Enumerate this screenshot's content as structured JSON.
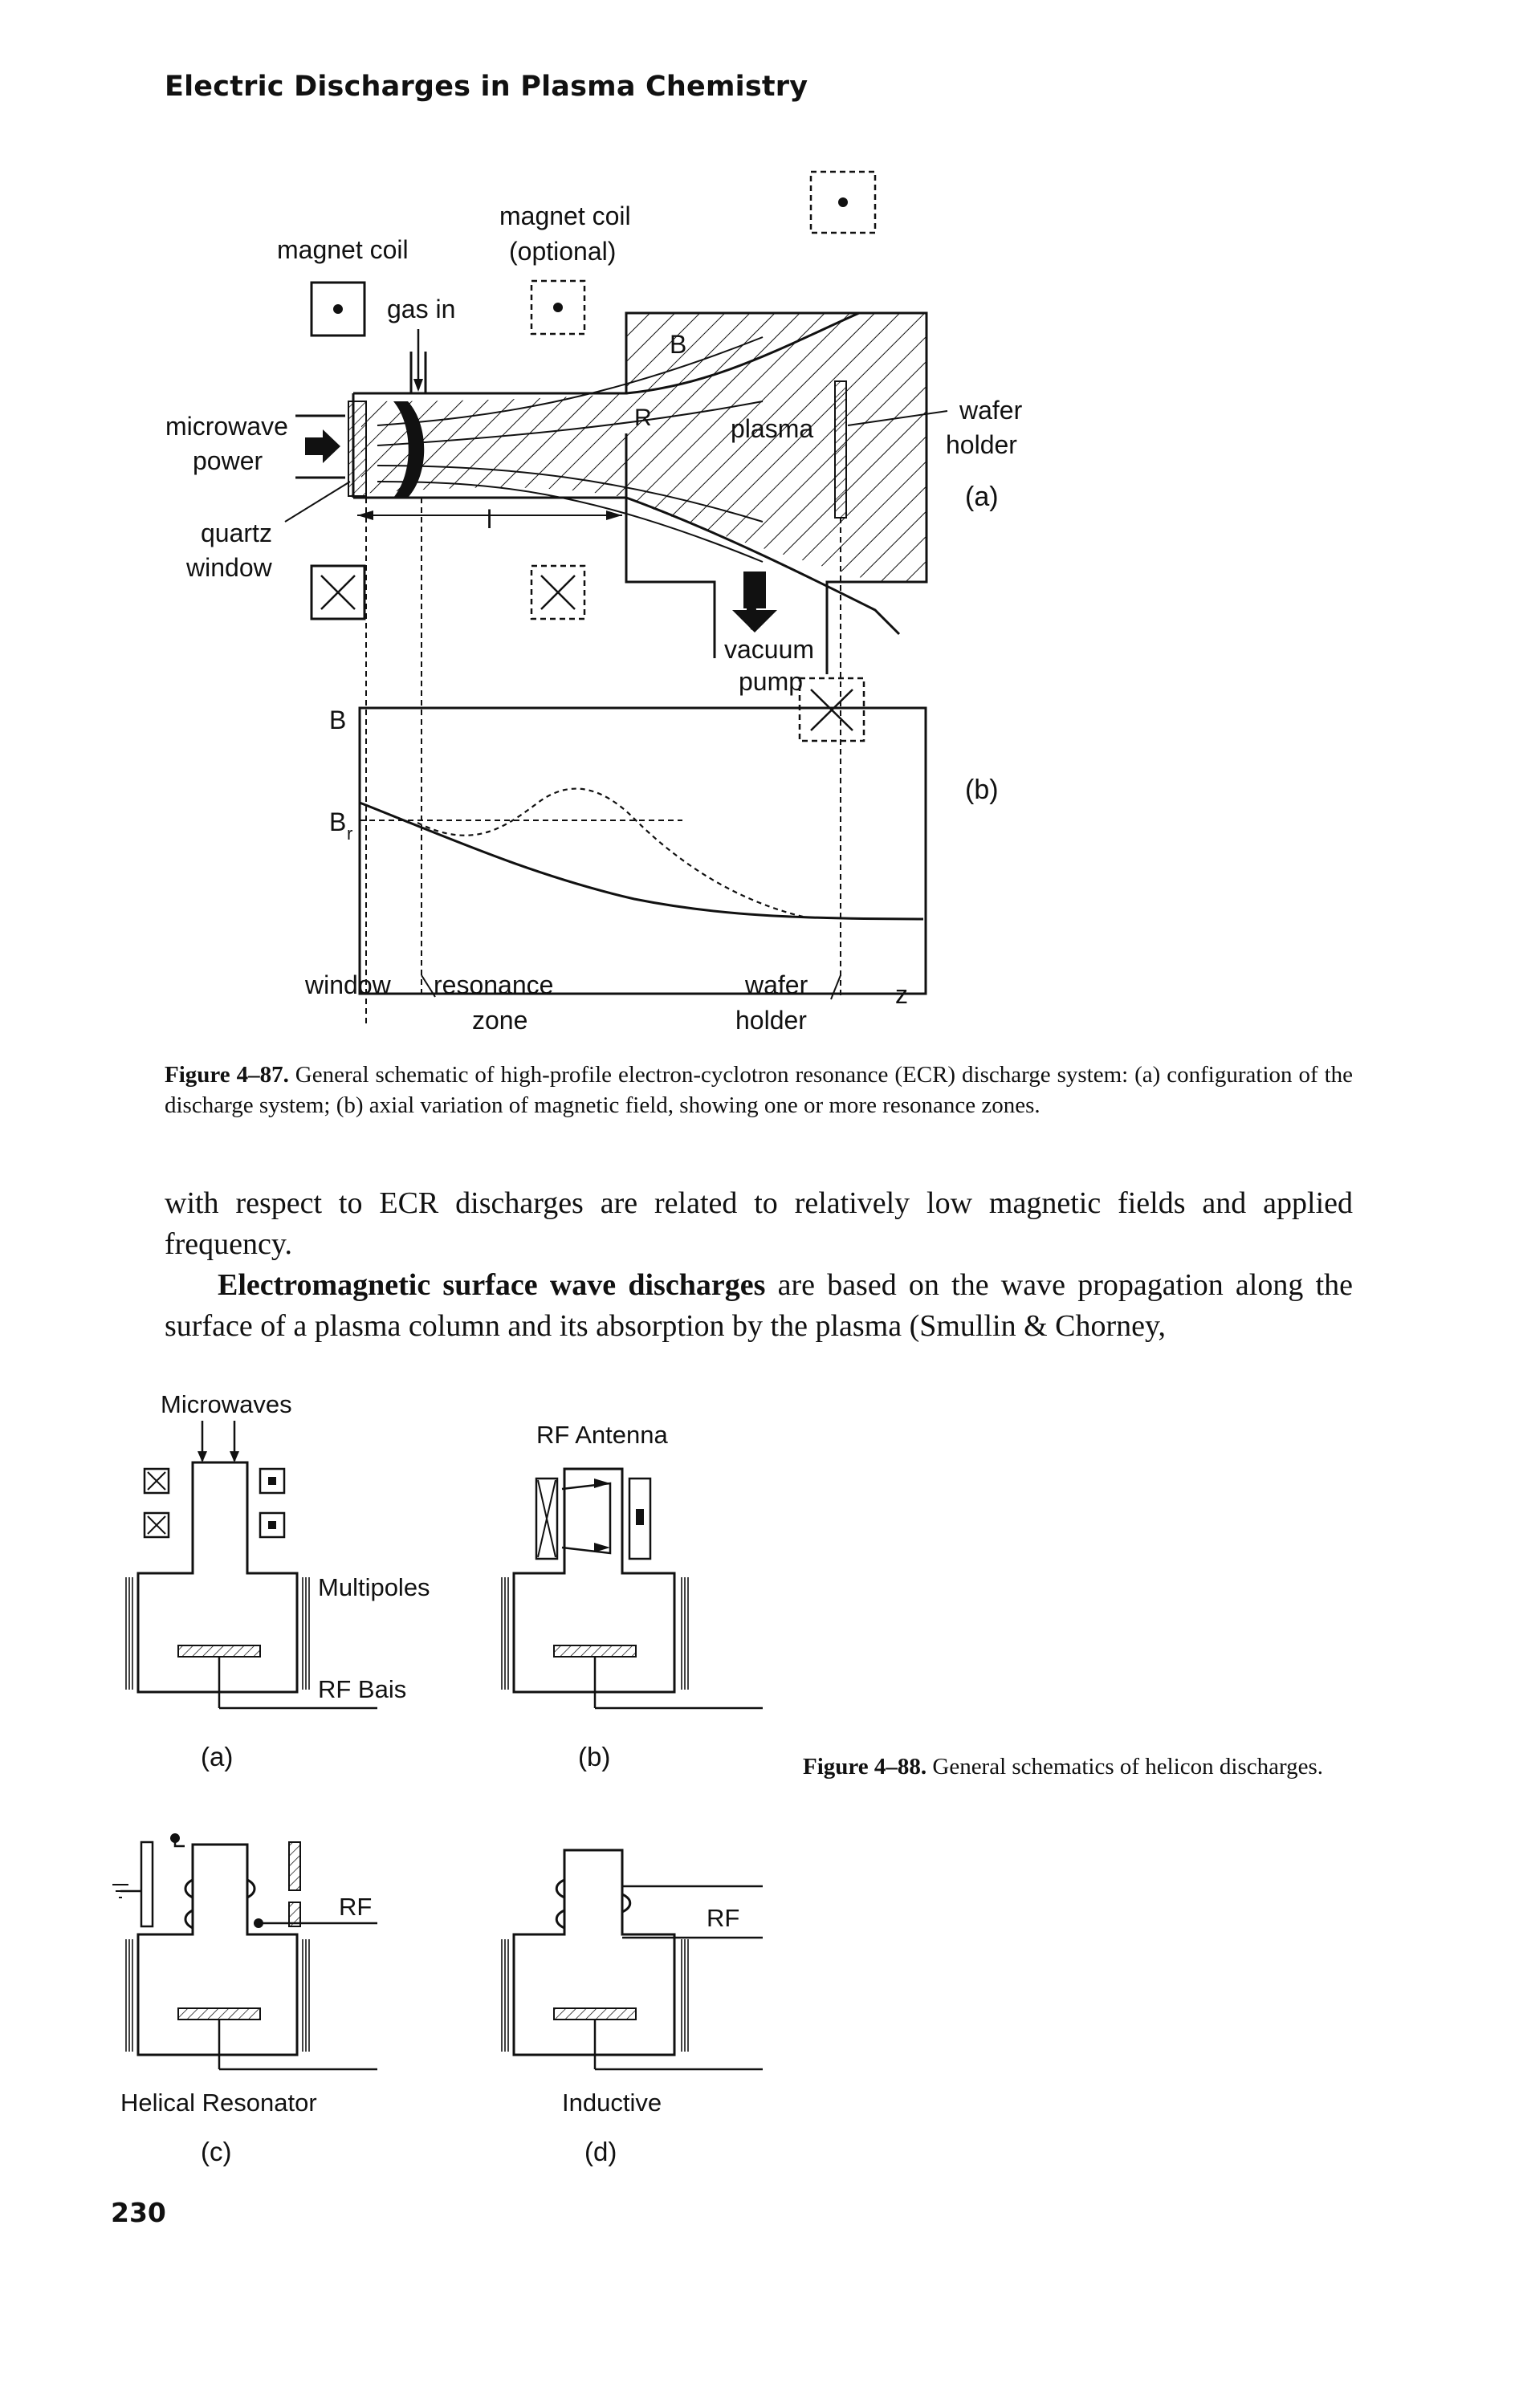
{
  "header": {
    "running_title": "Electric Discharges in Plasma Chemistry"
  },
  "figure_4_87": {
    "labels": {
      "magnet_coil": "magnet coil",
      "magnet_coil_optional_1": "magnet coil",
      "magnet_coil_optional_2": "(optional)",
      "gas_in": "gas in",
      "b_top": "B",
      "microwave_1": "microwave",
      "microwave_2": "power",
      "r": "R",
      "plasma": "plasma",
      "wafer_holder_1": "wafer",
      "wafer_holder_2": "holder",
      "panel_a": "(a)",
      "quartz_1": "quartz",
      "quartz_2": "window",
      "l": "l",
      "vacuum_1": "vacuum",
      "vacuum_2": "pump",
      "b_axis": "B",
      "br": "B",
      "br_sub": "r",
      "panel_b": "(b)",
      "window": "window",
      "resonance_1": "resonance",
      "resonance_2": "zone",
      "wafer_1": "wafer",
      "wafer_2": "holder",
      "z": "z"
    },
    "caption_label": "Figure 4–87.",
    "caption_text": "General schematic of high-profile electron-cyclotron resonance (ECR) discharge system: (a) configuration of the discharge system; (b) axial variation of magnetic field, showing one or more resonance zones."
  },
  "body_text": {
    "p1": "with respect to ECR discharges are related to relatively low magnetic fields and applied frequency.",
    "p2_bold": "Electromagnetic surface wave discharges",
    "p2_rest": " are based on the wave propagation along the surface of a plasma column and its absorption by the plasma (Smullin & Chorney,"
  },
  "figure_4_88": {
    "labels": {
      "microwaves": "Microwaves",
      "multipoles": "Multipoles",
      "rf_bais": "RF Bais",
      "panel_a": "(a)",
      "rf_antenna": "RF Antenna",
      "panel_b": "(b)",
      "rf_c": "RF",
      "helical": "Helical Resonator",
      "panel_c": "(c)",
      "rf_d": "RF",
      "inductive": "Inductive",
      "panel_d": "(d)"
    },
    "caption_label": "Figure 4–88.",
    "caption_text": "General schematics of helicon discharges."
  },
  "page_number": "230"
}
